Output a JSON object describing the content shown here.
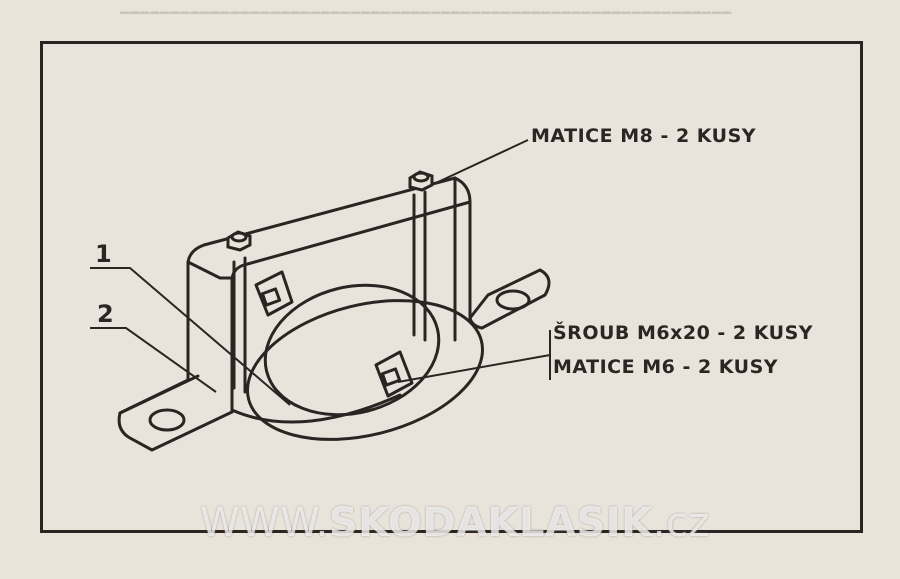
{
  "labels": {
    "matice_m8": "MATICE M8 - 2 KUSY",
    "sroub_m6": "ŠROUB M6x20 - 2 KUSY",
    "matice_m6": "MATICE M6 - 2 KUSY",
    "part_1": "1",
    "part_2": "2"
  },
  "watermark": {
    "prefix": "WWW.",
    "brand": "SKODAKLASIK",
    "suffix": ".cz"
  },
  "colors": {
    "paper": "#e9e3da",
    "ink": "#2a2523"
  }
}
